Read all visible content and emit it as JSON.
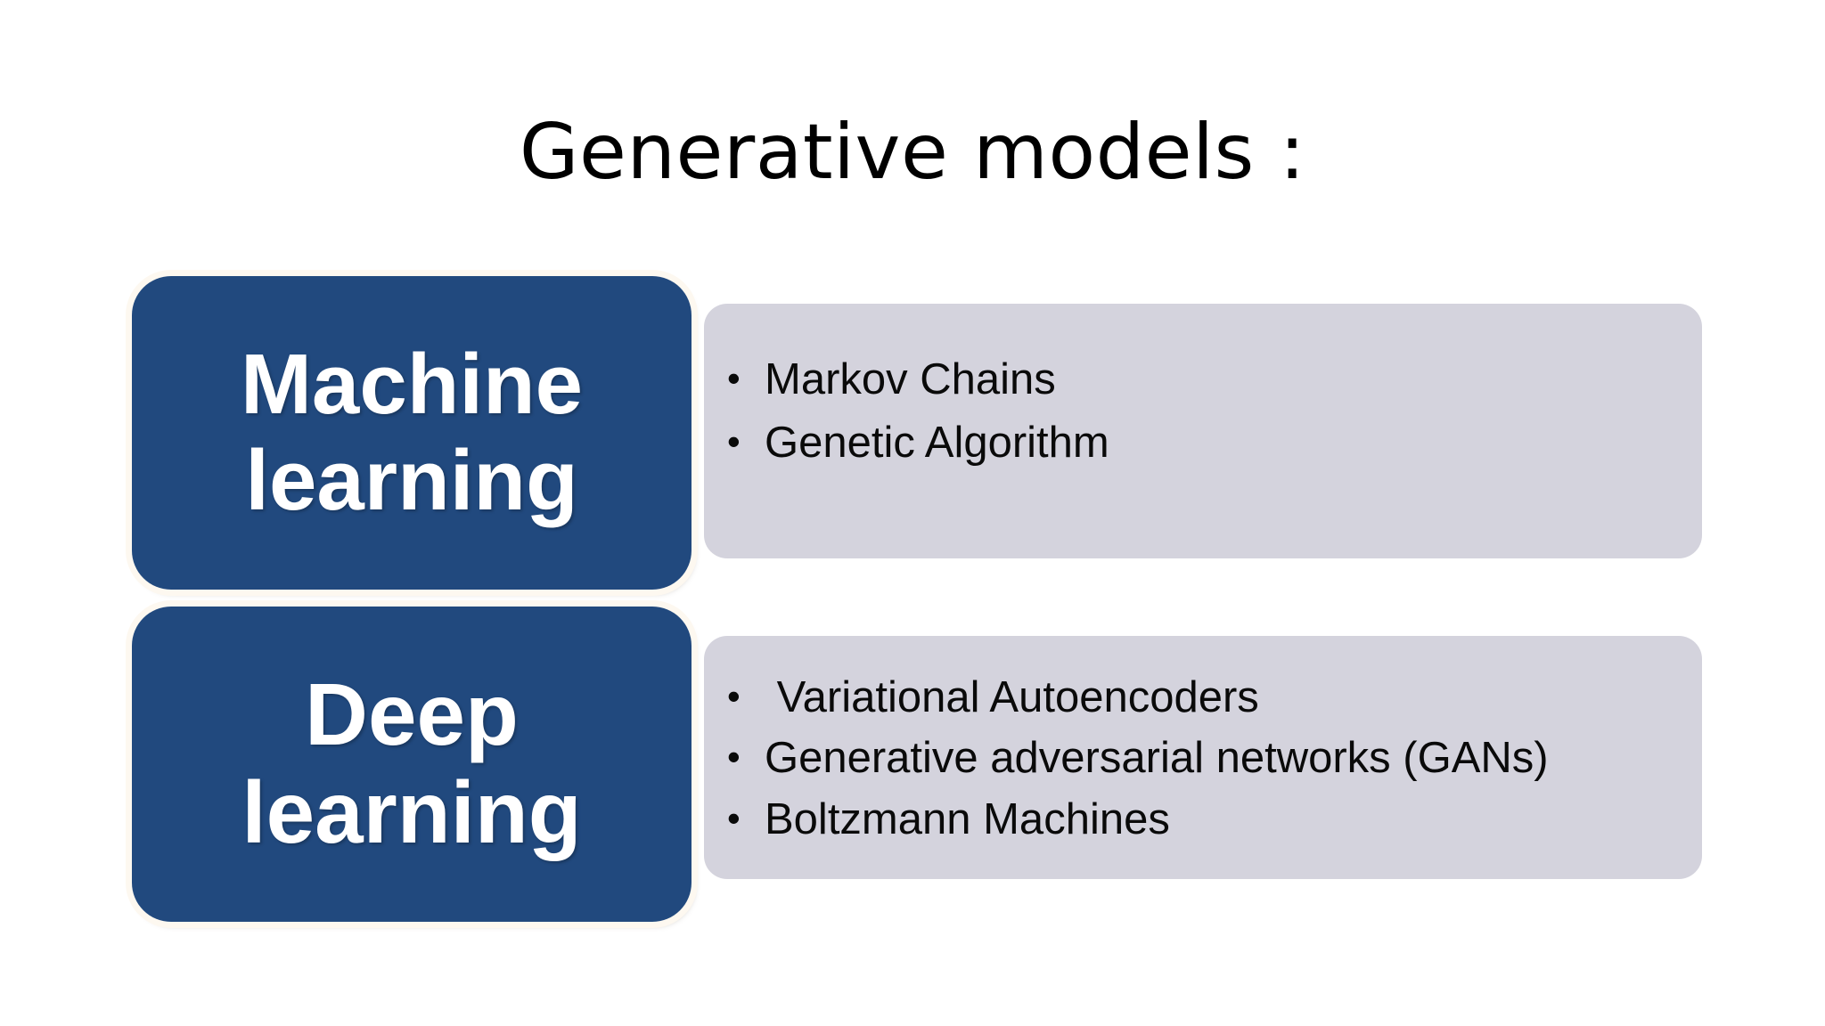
{
  "slide": {
    "title": "Generative models :",
    "background_color": "#FFFFFF",
    "accent_color": "#21497E",
    "panel_color": "#D4D3DD",
    "text_color": "#0A0A0A",
    "category_text_color": "#FFFFFF"
  },
  "rows": [
    {
      "category": "Machine\nlearning",
      "bullet_glyph": "•",
      "items": [
        "Markov Chains",
        "Genetic Algorithm"
      ]
    },
    {
      "category": "Deep\nlearning",
      "bullet_glyph": "•",
      "items": [
        " Variational Autoencoders",
        "Generative adversarial networks (GANs)",
        "Boltzmann Machines"
      ]
    }
  ]
}
